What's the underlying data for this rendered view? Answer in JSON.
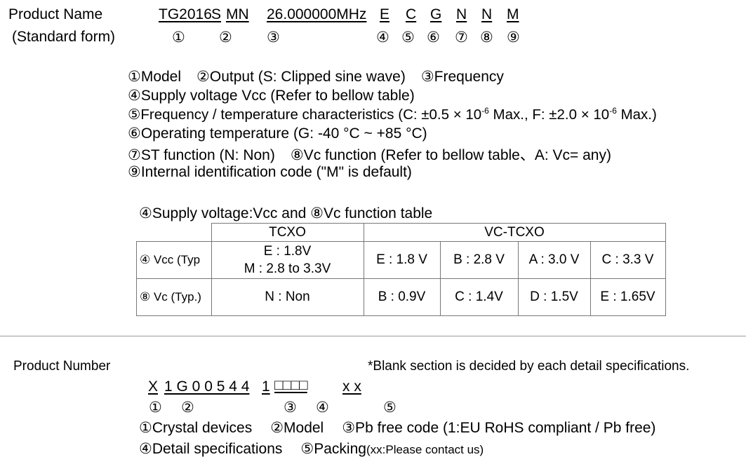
{
  "section1": {
    "label_line1": "Product Name",
    "label_line2": "(Standard form)",
    "code_parts": [
      "TG2016",
      "S",
      "MN",
      "26.000000MHz",
      "E",
      "C",
      "G",
      "N",
      "N",
      "M"
    ],
    "markers": [
      "①",
      "②",
      "③",
      "④",
      "⑤",
      "⑥",
      "⑦",
      "⑧",
      "⑨"
    ],
    "legend": [
      [
        "①Model",
        "②Output (S: Clipped sine wave)",
        "③Frequency"
      ],
      [
        "④Supply voltage Vcc (Refer to bellow table)"
      ],
      [
        "⑤Frequency / temperature characteristics  (C: ±0.5 × 10",
        "-6",
        " Max., F: ±2.0 × 10",
        "-6",
        " Max.)"
      ],
      [
        "⑥Operating temperature (G: -40 °C ~ +85 °C)"
      ],
      [
        "⑦ST function (N: Non)",
        "⑧Vc function (Refer to bellow table、A: Vc= any)"
      ],
      [
        "⑨Internal identification code (\"M\" is default)"
      ]
    ]
  },
  "table": {
    "title": "④Supply voltage:Vcc and  ⑧Vc function table",
    "header_tcxo": "TCXO",
    "header_vctcxo": "VC-TCXO",
    "row1_label": "④ Vcc (Typ",
    "row1_tcxo_line1": "E : 1.8V",
    "row1_tcxo_line2": "M : 2.8 to 3.3V",
    "row1_vc": [
      "E : 1.8 V",
      "B : 2.8 V",
      "A :  3.0 V",
      "C : 3.3 V"
    ],
    "row2_label": "⑧ Vc (Typ.)",
    "row2_tcxo": "N : Non",
    "row2_vc": [
      "B : 0.9V",
      "C : 1.4V",
      "D : 1.5V",
      "E : 1.65V"
    ]
  },
  "section2": {
    "label": "Product Number",
    "note": "*Blank section is decided by each detail specifications.",
    "code_parts": [
      "X",
      "1 G 0 0 5 4 4",
      "1",
      "□□□□",
      "x x"
    ],
    "markers": [
      "①",
      "②",
      "③",
      "④",
      "⑤"
    ],
    "legend_line1": [
      "①Crystal devices",
      "②Model",
      "③Pb free code (1:EU RoHS compliant / Pb free)"
    ],
    "legend_line2_a": "④Detail specifications",
    "legend_line2_b": "⑤Packing",
    "legend_line2_c": "(xx:Please contact us)"
  }
}
